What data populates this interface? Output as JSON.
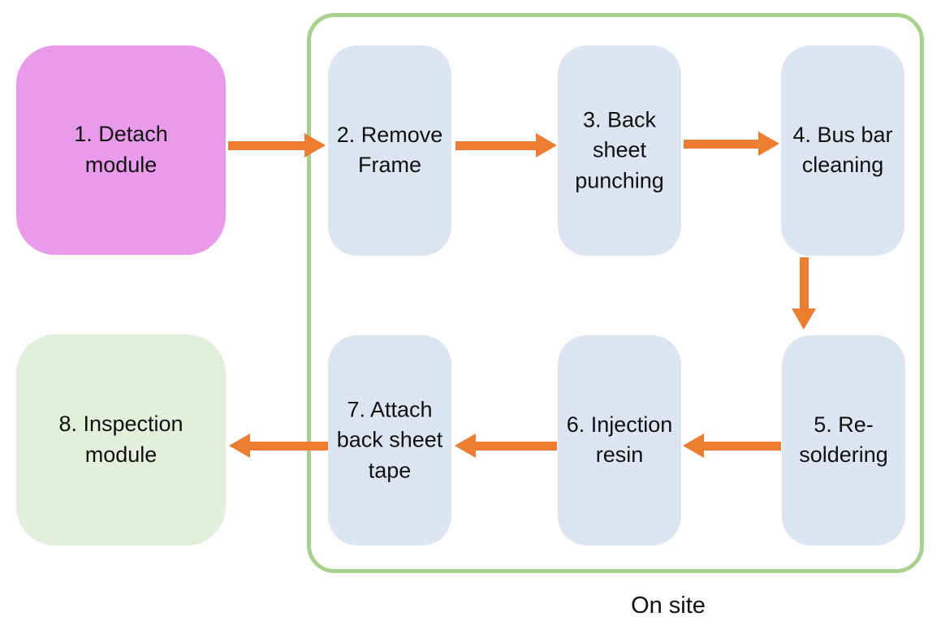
{
  "diagram": {
    "type": "flowchart",
    "group": {
      "label": "On site"
    },
    "steps": [
      {
        "id": 1,
        "label": "1. Detach\nmodule",
        "kind": "start",
        "inside_group": false
      },
      {
        "id": 2,
        "label": "2. Remove\nFrame",
        "kind": "process",
        "inside_group": true
      },
      {
        "id": 3,
        "label": "3. Back\nsheet\npunching",
        "kind": "process",
        "inside_group": true
      },
      {
        "id": 4,
        "label": "4. Bus bar\ncleaning",
        "kind": "process",
        "inside_group": true
      },
      {
        "id": 5,
        "label": "5. Re-\nsoldering",
        "kind": "process",
        "inside_group": true
      },
      {
        "id": 6,
        "label": "6. Injection\nresin",
        "kind": "process",
        "inside_group": true
      },
      {
        "id": 7,
        "label": "7. Attach\nback sheet\ntape",
        "kind": "process",
        "inside_group": true
      },
      {
        "id": 8,
        "label": "8. Inspection\nmodule",
        "kind": "end",
        "inside_group": false
      }
    ],
    "arrows": [
      {
        "from": 1,
        "to": 2,
        "direction": "right"
      },
      {
        "from": 2,
        "to": 3,
        "direction": "right"
      },
      {
        "from": 3,
        "to": 4,
        "direction": "right"
      },
      {
        "from": 4,
        "to": 5,
        "direction": "down"
      },
      {
        "from": 5,
        "to": 6,
        "direction": "left"
      },
      {
        "from": 6,
        "to": 7,
        "direction": "left"
      },
      {
        "from": 7,
        "to": 8,
        "direction": "left"
      }
    ],
    "colors": {
      "start_box": "#ea9aea",
      "process_box": "#dce6f2",
      "end_box": "#e2efda",
      "group_border": "#a9d18e",
      "arrow": "#ed7d31",
      "text": "#111111"
    }
  }
}
